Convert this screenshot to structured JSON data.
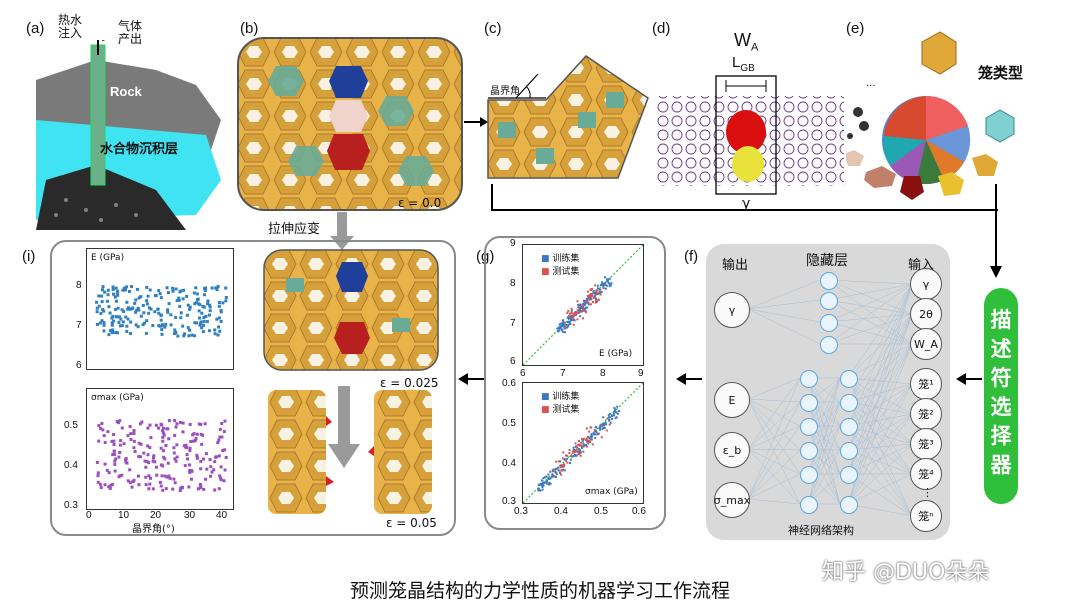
{
  "panels": {
    "a": {
      "label": "(a)",
      "inject": "热水\n注入",
      "output": "气体\n产出",
      "rock": "Rock",
      "layer": "水合物沉积层"
    },
    "b": {
      "label": "(b)",
      "strain": "ε = 0.0"
    },
    "c": {
      "label": "(c)",
      "angle": "晶界角"
    },
    "d": {
      "label": "(d)",
      "wa_main": "W",
      "wa_sub": "A",
      "lgb_main": "L",
      "lgb_sub": "GB",
      "gamma": "γ"
    },
    "e": {
      "label": "(e)",
      "cage_type": "笼类型",
      "dots": "..."
    },
    "f": {
      "label": "(f)",
      "output": "输出",
      "hidden": "隐藏层",
      "input": "输入",
      "arch": "神经网络架构",
      "out_nodes": [
        "γ",
        "E",
        "ε_b",
        "σ_max"
      ],
      "in_nodes": [
        "γ",
        "2θ",
        "W_A",
        "笼¹",
        "笼²",
        "笼³",
        "笼⁴",
        "⋮",
        "笼ⁿ"
      ]
    },
    "g": {
      "label": "(g)",
      "train": "训练集",
      "test": "测试集",
      "top": {
        "axis_label": "E (GPa)",
        "yticks": [
          "9",
          "8",
          "7",
          "6"
        ],
        "xticks": [
          "6",
          "7",
          "8",
          "9"
        ]
      },
      "bottom": {
        "axis_label": "σmax (GPa)",
        "yticks": [
          "0.6",
          "0.5",
          "0.4",
          "0.3"
        ],
        "xticks": [
          "0.3",
          "0.4",
          "0.5",
          "0.6"
        ]
      }
    },
    "i": {
      "label": "(i)",
      "top_ylabel": "E (GPa)",
      "bottom_ylabel": "σmax (GPa)",
      "xlabel": "晶界角(°)",
      "top_yticks": [
        "8",
        "7",
        "6"
      ],
      "bottom_yticks": [
        "0.5",
        "0.4",
        "0.3"
      ],
      "xticks": [
        "0",
        "10",
        "20",
        "30",
        "40"
      ],
      "strain1": "ε = 0.025",
      "strain2": "ε = 0.05"
    },
    "selector": "描述符选择器",
    "tensile": "拉伸应变"
  },
  "caption": "预测笼晶结构的力学性质的机器学习工作流程",
  "watermark": "知乎 @DUO朵朵",
  "colors": {
    "train": "#3a78c2",
    "test": "#d9534f",
    "green": "#2fbf3a",
    "purple": "#9b4fbf",
    "blue": "#2f7fc1"
  }
}
